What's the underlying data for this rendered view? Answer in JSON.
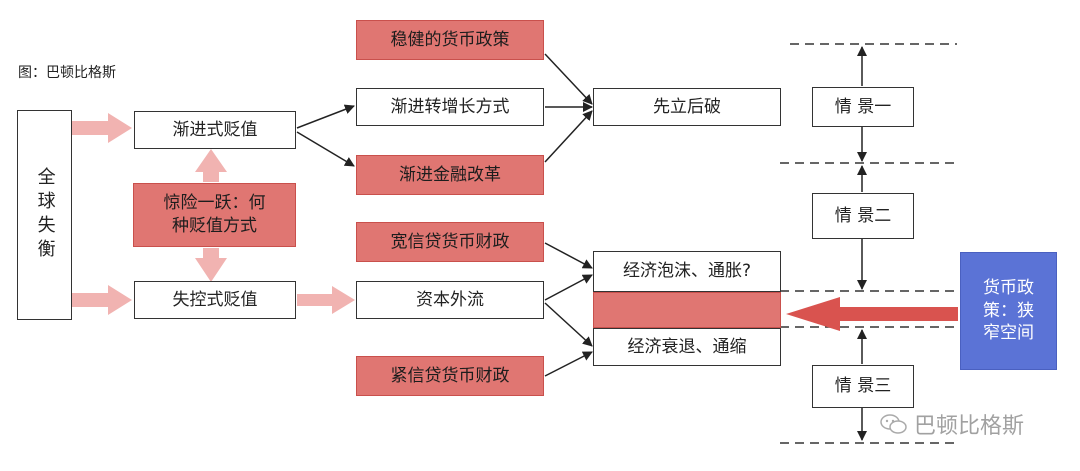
{
  "caption": "图：巴顿比格斯",
  "watermark": "巴顿比格斯",
  "nodes": {
    "global": "全球失衡",
    "gradual": "渐进式贬值",
    "leap": "惊险一跃：何种贬值方式",
    "uncontrolled": "失控式贬值",
    "steady_policy": "稳健的货币政策",
    "transform": "渐进转增长方式",
    "finance_reform": "渐进金融改革",
    "build_first": "先立后破",
    "loose_credit": "宽信贷货币财政",
    "capital_outflow": "资本外流",
    "tight_credit": "紧信贷货币财政",
    "bubble": "经济泡沫、通胀?",
    "recession": "经济衰退、通缩",
    "monetary_policy": "货币政策：狭窄空间",
    "scenario1": "情 景一",
    "scenario2": "情 景二",
    "scenario3": "情 景三"
  },
  "colors": {
    "red_box": "#e07672",
    "blue_box": "#5b73d6",
    "pink_arrow": "#f1b3b1",
    "red_arrow": "#d9534f"
  }
}
